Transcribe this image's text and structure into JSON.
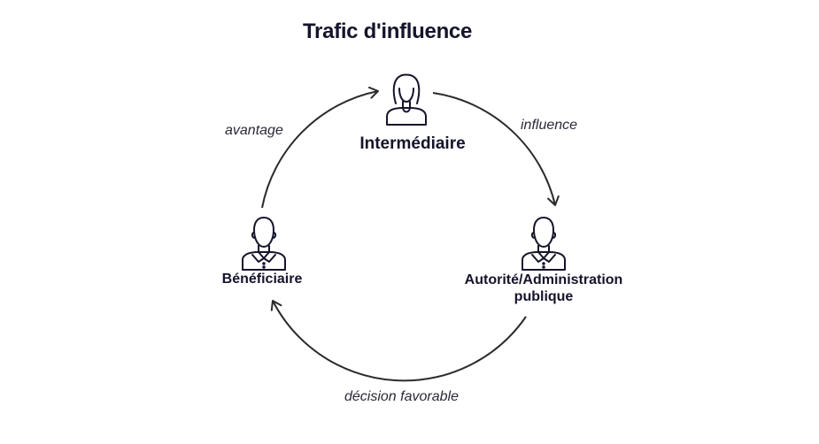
{
  "title": "Trafic d'influence",
  "nodes": {
    "intermediaire": {
      "label": "Intermédiaire",
      "icon": "person-female-icon"
    },
    "beneficiaire": {
      "label": "Bénéficiaire",
      "icon": "person-male-icon"
    },
    "autorite": {
      "label_line1": "Autorité/Administration",
      "label_line2": "publique",
      "icon": "person-male-icon"
    }
  },
  "edges": {
    "avantage": "avantage",
    "influence": "influence",
    "decision": "décision favorable"
  },
  "colors": {
    "ink": "#14142b",
    "arrow": "#2b2b2b"
  }
}
